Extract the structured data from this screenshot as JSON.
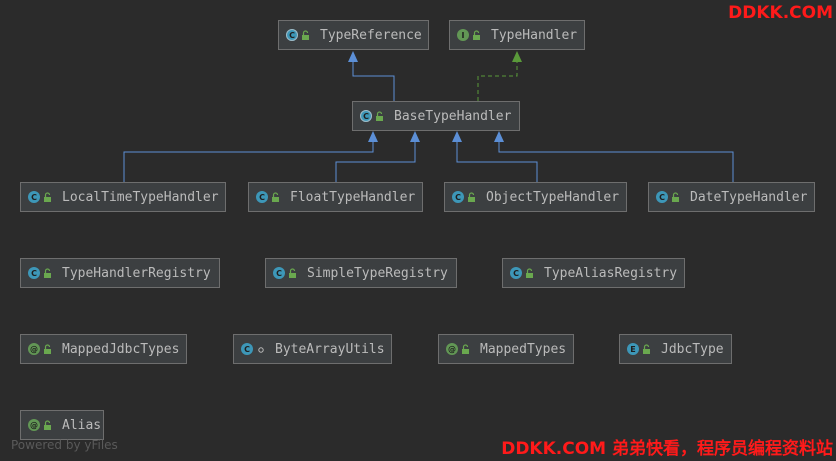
{
  "nodes": {
    "type_reference": {
      "label": "TypeReference",
      "kind_letter": "C",
      "kind": "abstract-class",
      "visibility": "public"
    },
    "type_handler": {
      "label": "TypeHandler",
      "kind_letter": "I",
      "kind": "interface",
      "visibility": "public"
    },
    "base_type_handler": {
      "label": "BaseTypeHandler",
      "kind_letter": "C",
      "kind": "abstract-class",
      "visibility": "public"
    },
    "local_time_type_handler": {
      "label": "LocalTimeTypeHandler",
      "kind_letter": "C",
      "kind": "class",
      "visibility": "public"
    },
    "float_type_handler": {
      "label": "FloatTypeHandler",
      "kind_letter": "C",
      "kind": "class",
      "visibility": "public"
    },
    "object_type_handler": {
      "label": "ObjectTypeHandler",
      "kind_letter": "C",
      "kind": "class",
      "visibility": "public"
    },
    "date_type_handler": {
      "label": "DateTypeHandler",
      "kind_letter": "C",
      "kind": "class",
      "visibility": "public"
    },
    "type_handler_registry": {
      "label": "TypeHandlerRegistry",
      "kind_letter": "C",
      "kind": "class",
      "visibility": "public"
    },
    "simple_type_registry": {
      "label": "SimpleTypeRegistry",
      "kind_letter": "C",
      "kind": "class",
      "visibility": "public"
    },
    "type_alias_registry": {
      "label": "TypeAliasRegistry",
      "kind_letter": "C",
      "kind": "class",
      "visibility": "public"
    },
    "mapped_jdbc_types": {
      "label": "MappedJdbcTypes",
      "kind_letter": "@",
      "kind": "annotation",
      "visibility": "public"
    },
    "byte_array_utils": {
      "label": "ByteArrayUtils",
      "kind_letter": "C",
      "kind": "class",
      "visibility": "package"
    },
    "mapped_types": {
      "label": "MappedTypes",
      "kind_letter": "@",
      "kind": "annotation",
      "visibility": "public"
    },
    "jdbc_type": {
      "label": "JdbcType",
      "kind_letter": "E",
      "kind": "enum",
      "visibility": "public"
    },
    "alias": {
      "label": "Alias",
      "kind_letter": "@",
      "kind": "annotation",
      "visibility": "public"
    }
  },
  "edges": [
    {
      "from": "BaseTypeHandler",
      "to": "TypeReference",
      "kind": "extends"
    },
    {
      "from": "BaseTypeHandler",
      "to": "TypeHandler",
      "kind": "implements"
    },
    {
      "from": "LocalTimeTypeHandler",
      "to": "BaseTypeHandler",
      "kind": "extends"
    },
    {
      "from": "FloatTypeHandler",
      "to": "BaseTypeHandler",
      "kind": "extends"
    },
    {
      "from": "ObjectTypeHandler",
      "to": "BaseTypeHandler",
      "kind": "extends"
    },
    {
      "from": "DateTypeHandler",
      "to": "BaseTypeHandler",
      "kind": "extends"
    }
  ],
  "colors": {
    "background": "#2b2b2b",
    "node_fill": "#3c3f41",
    "node_border": "#6e6e6e",
    "node_text": "#bbbbbb",
    "class_icon": "#3d97b8",
    "interface_icon": "#629755",
    "extends_edge": "#5c8fd6",
    "implements_edge": "#5a9a3a",
    "watermark": "#ff1a1a"
  },
  "watermark_top": "DDKK.COM",
  "watermark_bottom": "DDKK.COM 弟弟快看，程序员编程资料站",
  "powered_by": "Powered by yFiles"
}
